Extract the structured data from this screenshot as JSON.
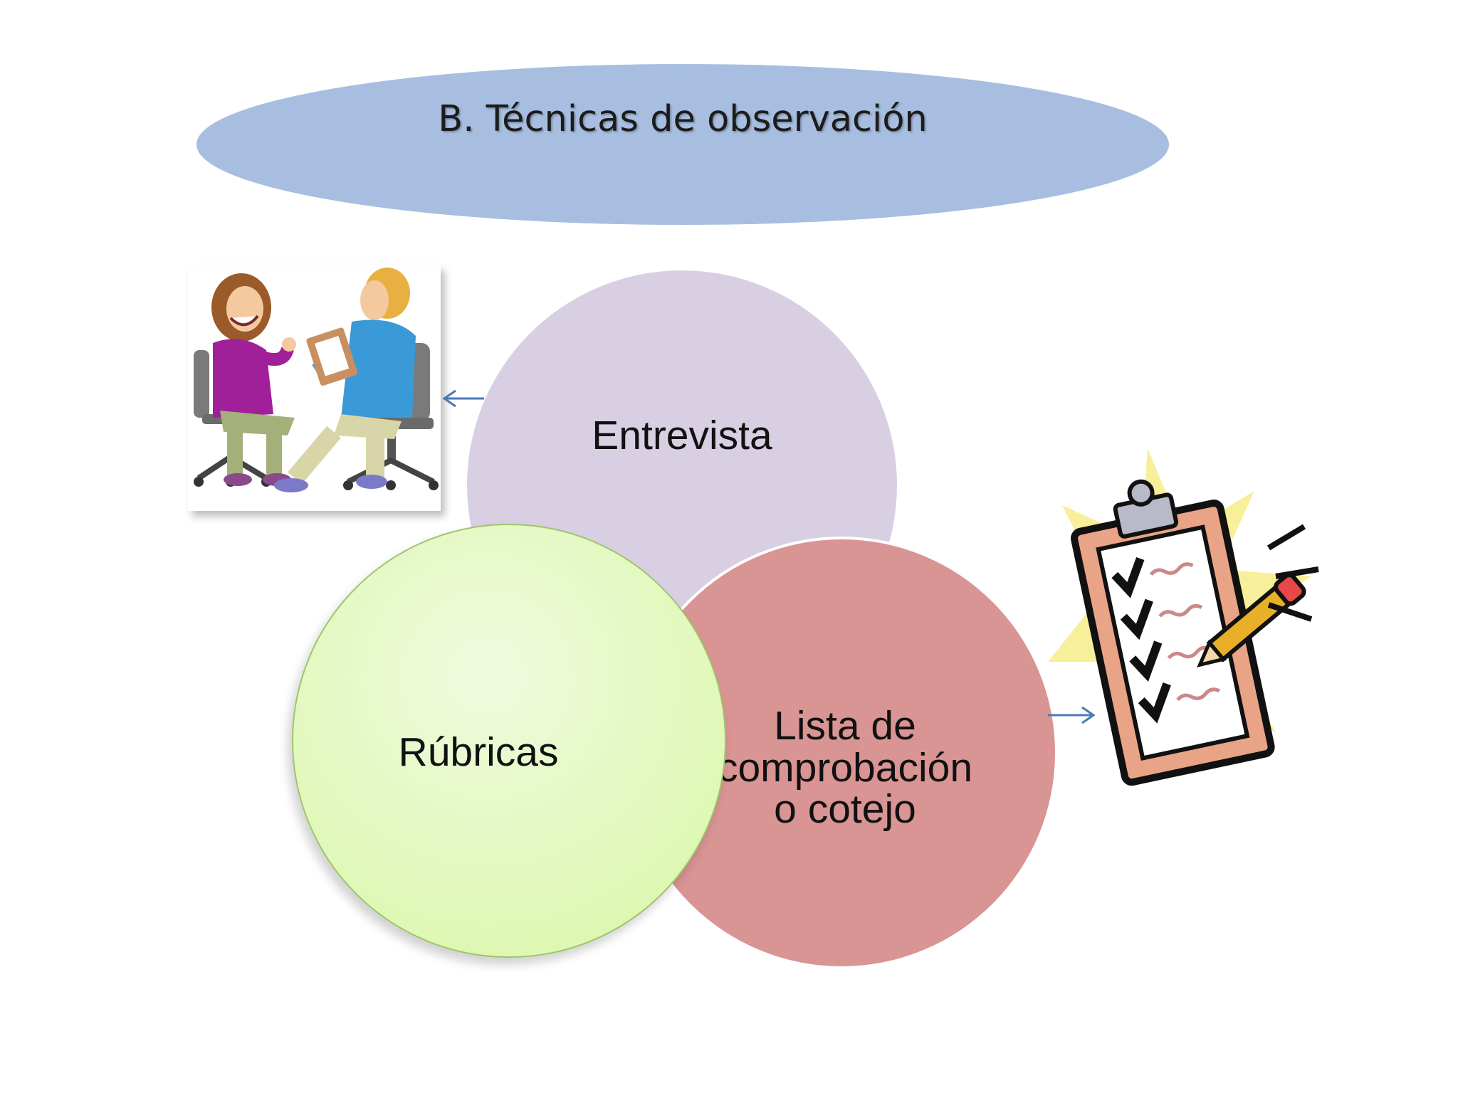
{
  "title": "B. Técnicas de observación",
  "circles": {
    "entrevista": "Entrevista",
    "rubricas": "Rúbricas",
    "lista": [
      "Lista de",
      "comprobación",
      "o cotejo"
    ]
  },
  "images": {
    "left": "interview-clipart",
    "right": "checklist-clipboard-clipart"
  },
  "colors": {
    "title_ellipse": "#a7bee0",
    "entrevista": "#d8cfe3",
    "rubricas": "#dcf7ae",
    "lista": "#d99494",
    "arrow": "#4a7ab8"
  }
}
